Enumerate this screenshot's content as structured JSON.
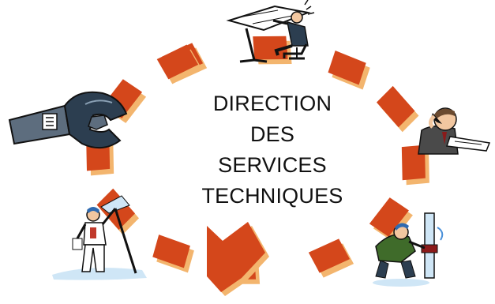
{
  "title_lines": [
    "DIRECTION",
    "DES",
    "SERVICES",
    "TECHNIQUES"
  ],
  "colors": {
    "segment_fill": "#d4471b",
    "segment_shadow": "#f3b56e",
    "ink": "#111111",
    "water": "#cfe6f6",
    "skin": "#f2c7a0",
    "tool_steel": "#5d6d7e",
    "tool_dark": "#2c3e50"
  },
  "cycle": {
    "direction": "clockwise",
    "segment_count": 13,
    "ends_with_arrowhead": true
  },
  "illustrations": [
    {
      "name": "draftsman-icon",
      "position": "top"
    },
    {
      "name": "phone-businessman-icon",
      "position": "right"
    },
    {
      "name": "plumber-icon",
      "position": "bottom-right"
    },
    {
      "name": "painter-icon",
      "position": "bottom-left"
    },
    {
      "name": "wrench-icon",
      "position": "left"
    }
  ]
}
